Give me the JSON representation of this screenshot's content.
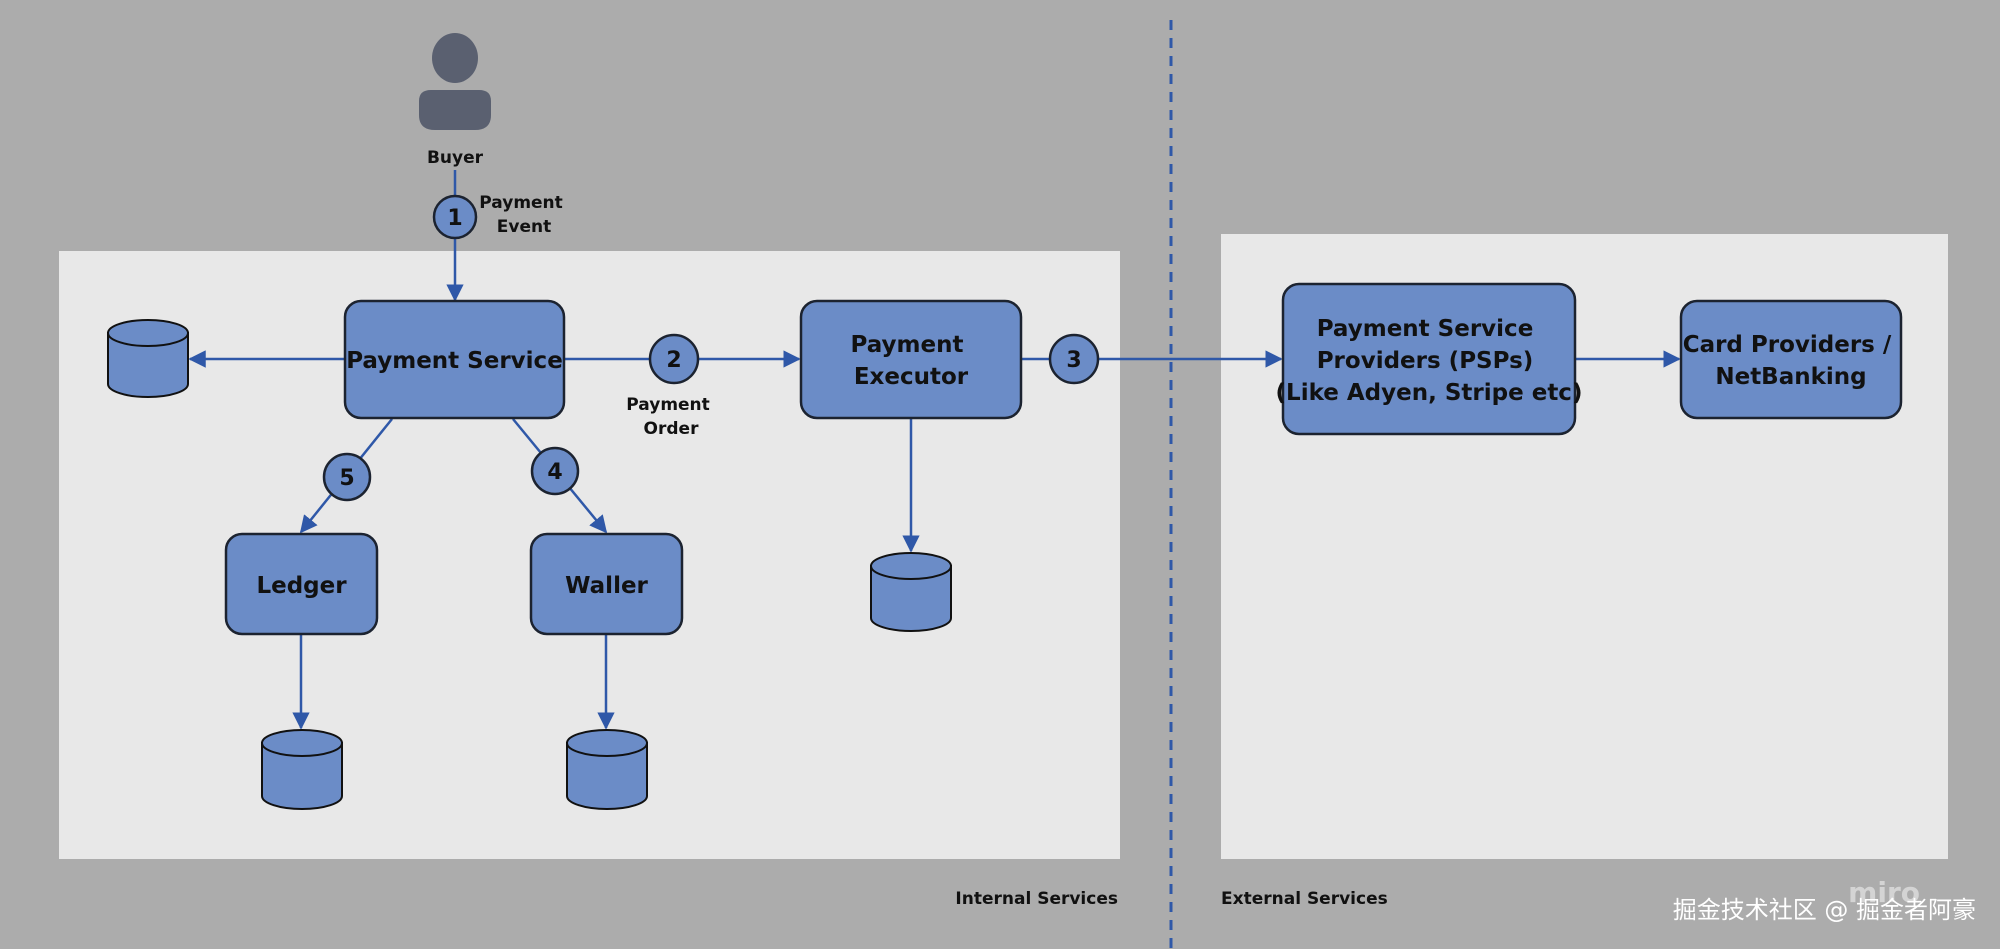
{
  "colors": {
    "background": "#acacac",
    "panel": "#e8e8e8",
    "node_fill": "#6b8cc7",
    "node_stroke": "#1c2330",
    "arrow": "#2f58a8",
    "person": "#5a6070"
  },
  "actor": {
    "label": "Buyer",
    "icon": "person-icon"
  },
  "regions": {
    "internal": {
      "label": "Internal Services"
    },
    "external": {
      "label": "External Services"
    }
  },
  "nodes": {
    "payment_service": {
      "lines": [
        "Payment Service"
      ]
    },
    "payment_executor": {
      "lines": [
        "Payment",
        "Executor"
      ]
    },
    "psp": {
      "lines": [
        "Payment Service",
        "Providers (PSPs)",
        "(Like Adyen, Stripe etc)"
      ]
    },
    "card_providers": {
      "lines": [
        "Card Providers /",
        "NetBanking"
      ]
    },
    "ledger": {
      "lines": [
        "Ledger"
      ]
    },
    "waller": {
      "lines": [
        "Waller"
      ]
    }
  },
  "databases": [
    "payment-service-db",
    "payment-executor-db",
    "ledger-db",
    "waller-db"
  ],
  "steps": [
    {
      "number": "1",
      "label": [
        "Payment",
        "Event"
      ]
    },
    {
      "number": "2",
      "label": [
        "Payment",
        "Order"
      ]
    },
    {
      "number": "3",
      "label": []
    },
    {
      "number": "4",
      "label": []
    },
    {
      "number": "5",
      "label": []
    }
  ],
  "watermark": {
    "text": "掘金技术社区 @ 掘金者阿豪",
    "logo": "miro"
  }
}
